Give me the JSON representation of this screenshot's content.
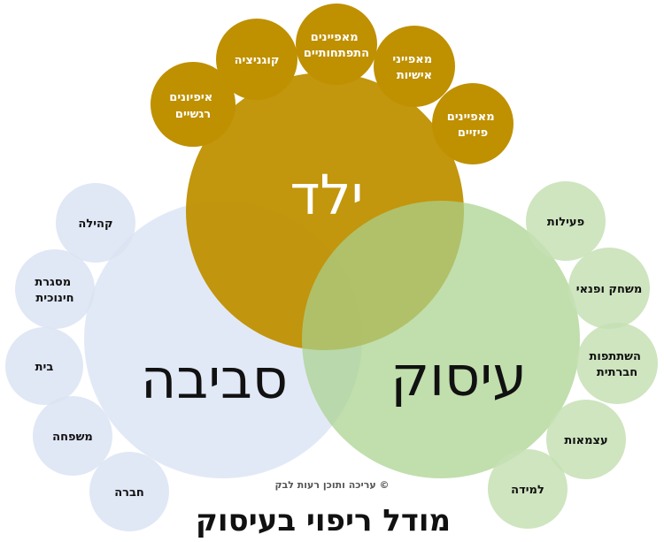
{
  "colors": {
    "child": "#bf9000",
    "occupation": "#a9d18e",
    "environment": "#dae3f3",
    "occupation_small": "#c5e0b4",
    "environment_small": "#dae3f3",
    "white_text": "#ffffff",
    "dark_text": "#111111"
  },
  "main_circles": {
    "child": "ילד",
    "environment": "סביבה",
    "occupation": "עיסוק"
  },
  "child_factors": [
    {
      "line1": "איפיונים",
      "line2": "רגשיים"
    },
    {
      "line1": "קוגניציה",
      "line2": ""
    },
    {
      "line1": "מאפיינים",
      "line2": "התפתחותיים"
    },
    {
      "line1": "מאפייני",
      "line2": "אישיות"
    },
    {
      "line1": "מאפיינים",
      "line2": "פיזיים"
    }
  ],
  "environment_factors": [
    {
      "line1": "קהילה",
      "line2": ""
    },
    {
      "line1": "מסגרת",
      "line2": "חינוכית"
    },
    {
      "line1": "בית",
      "line2": ""
    },
    {
      "line1": "משפחה",
      "line2": ""
    },
    {
      "line1": "חברה",
      "line2": ""
    }
  ],
  "occupation_factors": [
    {
      "line1": "פעילות",
      "line2": ""
    },
    {
      "line1": "משחק ופנאי",
      "line2": ""
    },
    {
      "line1": "השתתפות",
      "line2": "חברתית"
    },
    {
      "line1": "עצמאות",
      "line2": ""
    },
    {
      "line1": "למידה",
      "line2": ""
    }
  ],
  "credit": "© עריכה ותוכן רעות לבק",
  "title": "מודל ריפוי בעיסוק"
}
